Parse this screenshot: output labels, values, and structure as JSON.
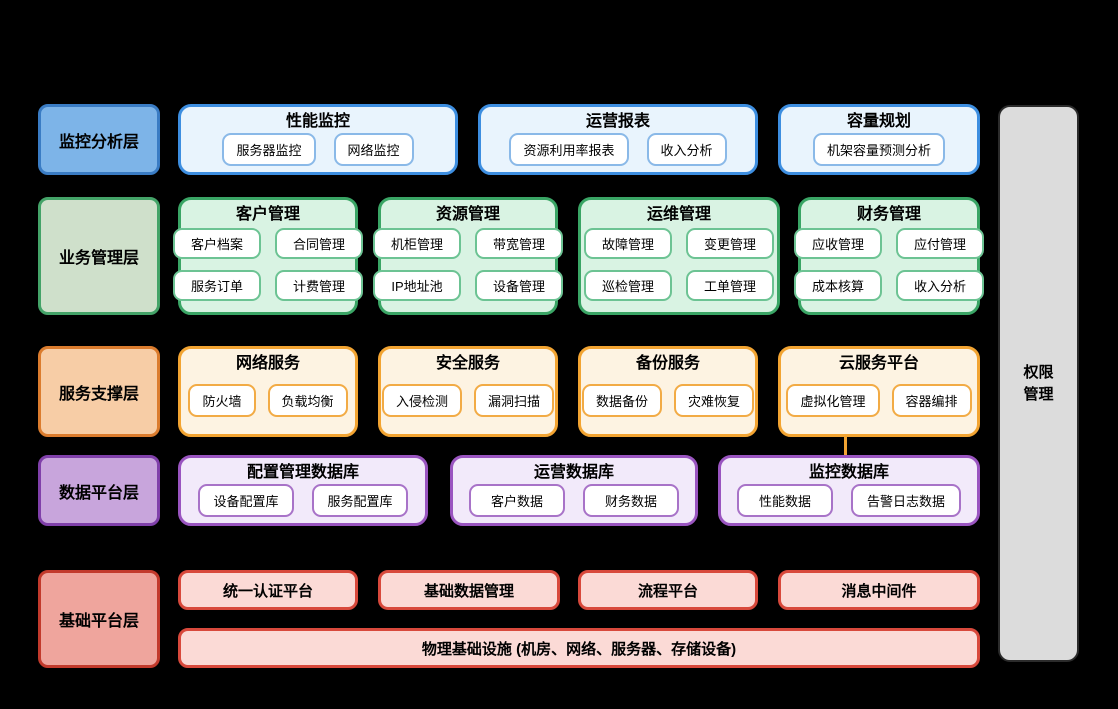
{
  "layers": [
    {
      "label": "监控分析层",
      "groups": [
        {
          "title": "性能监控",
          "items": [
            "服务器监控",
            "网络监控"
          ]
        },
        {
          "title": "运营报表",
          "items": [
            "资源利用率报表",
            "收入分析"
          ]
        },
        {
          "title": "容量规划",
          "items": [
            "机架容量预测分析"
          ]
        }
      ]
    },
    {
      "label": "业务管理层",
      "groups": [
        {
          "title": "客户管理",
          "items": [
            "客户档案",
            "合同管理",
            "服务订单",
            "计费管理"
          ]
        },
        {
          "title": "资源管理",
          "items": [
            "机柜管理",
            "带宽管理",
            "IP地址池",
            "设备管理"
          ]
        },
        {
          "title": "运维管理",
          "items": [
            "故障管理",
            "变更管理",
            "巡检管理",
            "工单管理"
          ]
        },
        {
          "title": "财务管理",
          "items": [
            "应收管理",
            "应付管理",
            "成本核算",
            "收入分析"
          ]
        }
      ]
    },
    {
      "label": "服务支撑层",
      "groups": [
        {
          "title": "网络服务",
          "items": [
            "防火墙",
            "负载均衡"
          ]
        },
        {
          "title": "安全服务",
          "items": [
            "入侵检测",
            "漏洞扫描"
          ]
        },
        {
          "title": "备份服务",
          "items": [
            "数据备份",
            "灾难恢复"
          ]
        },
        {
          "title": "云服务平台",
          "items": [
            "虚拟化管理",
            "容器编排"
          ]
        }
      ]
    },
    {
      "label": "数据平台层",
      "groups": [
        {
          "title": "配置管理数据库",
          "items": [
            "设备配置库",
            "服务配置库"
          ]
        },
        {
          "title": "运营数据库",
          "items": [
            "客户数据",
            "财务数据"
          ]
        },
        {
          "title": "监控数据库",
          "items": [
            "性能数据",
            "告警日志数据"
          ]
        }
      ]
    },
    {
      "label": "基础平台层",
      "platforms": [
        "统一认证平台",
        "基础数据管理",
        "流程平台",
        "消息中间件"
      ],
      "infrastructure": "物理基础设施 (机房、网络、服务器、存储设备)"
    }
  ],
  "side_panel": {
    "label": "权限管理"
  },
  "palette": {
    "background": "#000000",
    "blue": {
      "label_fill": "#7db4e8",
      "label_border": "#3a7cc4",
      "group_fill": "#e9f4fd",
      "group_border": "#3d8ee0",
      "sub_border": "#8ab9e8"
    },
    "green": {
      "label_fill": "#cfe0cb",
      "label_border": "#44a368",
      "group_fill": "#d9f3e3",
      "group_border": "#3aa565",
      "sub_border": "#6cc393"
    },
    "orange": {
      "label_fill": "#f7cda6",
      "label_border": "#db7c2e",
      "group_fill": "#fdf3e2",
      "group_border": "#f2a432",
      "sub_border": "#f2ab45"
    },
    "purple": {
      "label_fill": "#c8a5dc",
      "label_border": "#8040aa",
      "group_fill": "#f2eafa",
      "group_border": "#9a55c0",
      "sub_border": "#a873c8"
    },
    "red": {
      "label_fill": "#efa59d",
      "label_border": "#c23a2c",
      "group_fill": "#fbdad6",
      "group_border": "#d8493c",
      "sub_border": "#d8493c"
    },
    "side_panel_fill": "#dcdcdc",
    "connector": "#f2a432"
  }
}
